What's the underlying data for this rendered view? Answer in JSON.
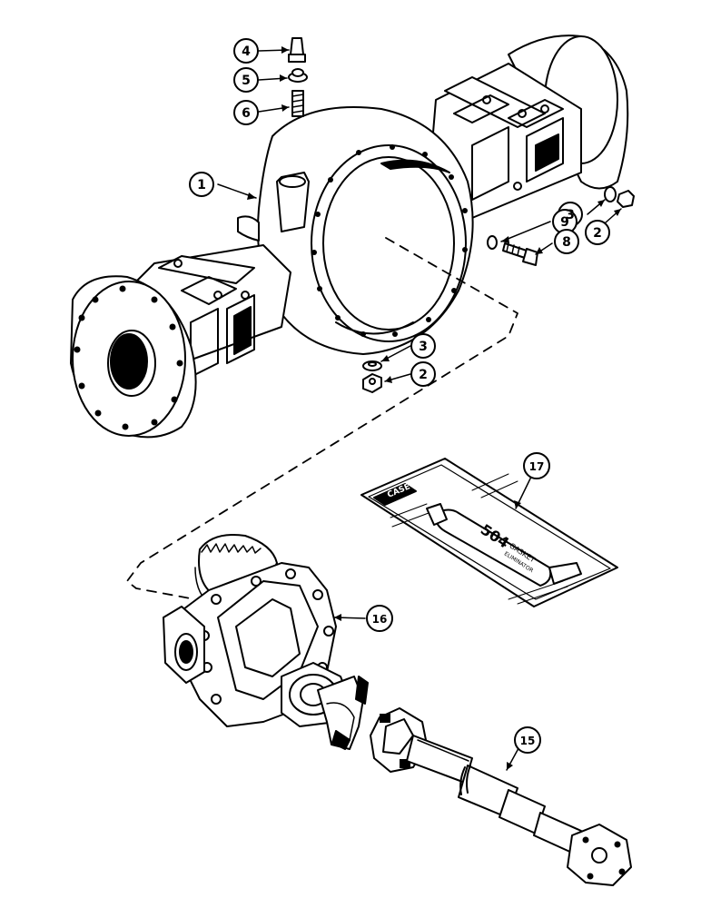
{
  "callouts": {
    "c1": "1",
    "c2a": "2",
    "c2b": "2",
    "c3a": "3",
    "c3b": "3",
    "c4": "4",
    "c5": "5",
    "c6": "6",
    "c8": "8",
    "c9": "9",
    "c15": "15",
    "c16": "16",
    "c17": "17"
  },
  "package": {
    "brand": "CASE",
    "product_number": "504",
    "product_line1": "GASKET",
    "product_line2": "ELIMINATOR"
  }
}
